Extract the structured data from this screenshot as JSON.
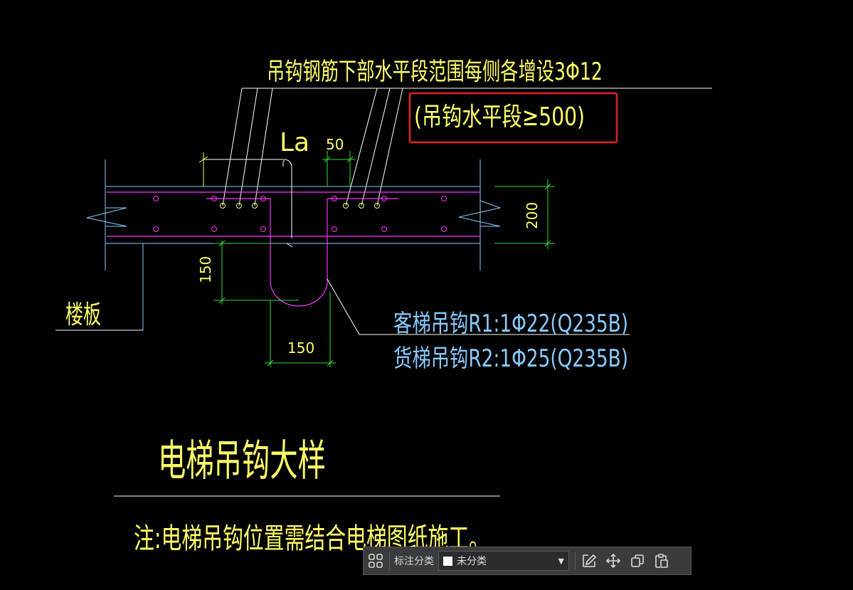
{
  "drawing": {
    "top_note": "吊钩钢筋下部水平段范围每侧各增设3Φ12",
    "top_note_sub": "(吊钩水平段≥500)",
    "dim_la": "La",
    "dim_50": "50",
    "dim_200": "200",
    "dim_150_vertical": "150",
    "dim_150_horizontal": "150",
    "label_slab": "楼板",
    "label_hook_passenger": "客梯吊钩R1:1Φ22(Q235B)",
    "label_hook_freight": "货梯吊钩R2:1Φ25(Q235B)",
    "title": "电梯吊钩大样",
    "note": "注:电梯吊钩位置需结合电梯图纸施工。"
  },
  "colors": {
    "yellow": "#ffff66",
    "green": "#33dd33",
    "magenta": "#ff33ff",
    "cyan": "#88ccff",
    "white": "#ffffff",
    "red_highlight": "#e02020"
  },
  "toolbar": {
    "grid_icon": "grid-icon",
    "category_label": "标注分类",
    "category_value": "未分类",
    "edit_icon": "edit-icon",
    "move_icon": "move-icon",
    "copy_icon": "copy-icon",
    "paste_icon": "paste-icon"
  }
}
